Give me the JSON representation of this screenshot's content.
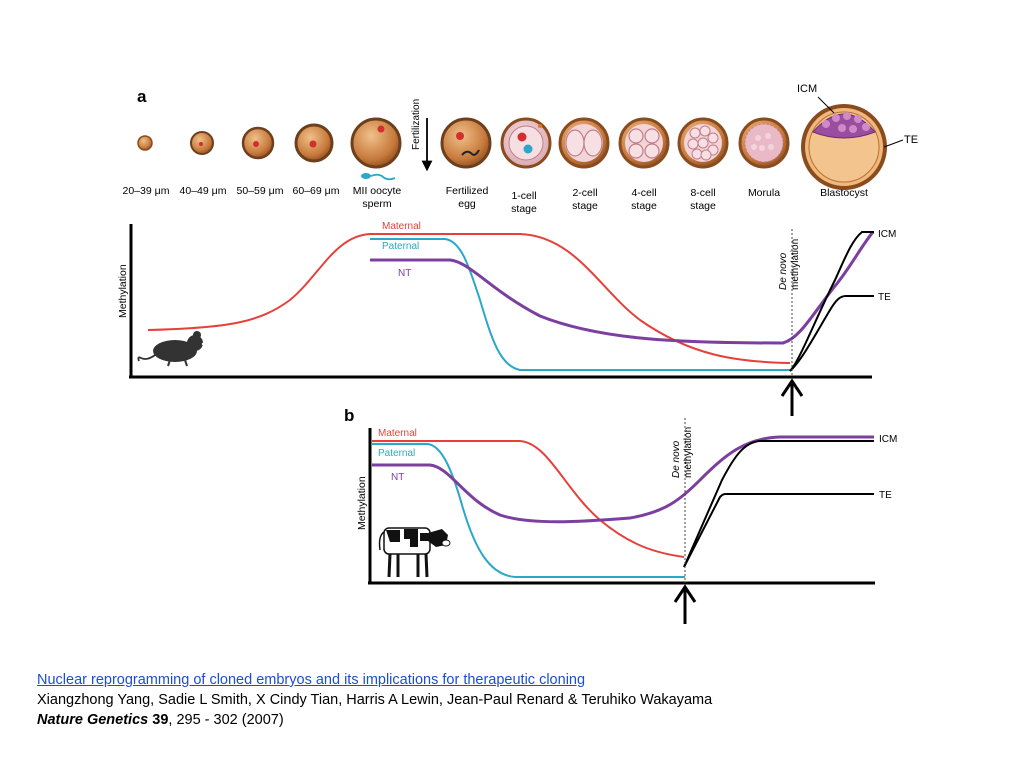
{
  "panel_a": {
    "letter": "a",
    "stages": [
      {
        "key": "s1",
        "label": [
          "20–39 μm"
        ]
      },
      {
        "key": "s2",
        "label": [
          "40–49 μm"
        ]
      },
      {
        "key": "s3",
        "label": [
          "50–59 μm"
        ]
      },
      {
        "key": "s4",
        "label": [
          "60–69 μm"
        ]
      },
      {
        "key": "mii",
        "label": [
          "MII oocyte",
          "sperm"
        ]
      },
      {
        "key": "fert",
        "label": [
          "Fertilized",
          "egg"
        ]
      },
      {
        "key": "c1",
        "label": [
          "1-cell",
          "stage"
        ]
      },
      {
        "key": "c2",
        "label": [
          "2-cell",
          "stage"
        ]
      },
      {
        "key": "c4",
        "label": [
          "4-cell",
          "stage"
        ]
      },
      {
        "key": "c8",
        "label": [
          "8-cell",
          "stage"
        ]
      },
      {
        "key": "mor",
        "label": [
          "Morula"
        ]
      },
      {
        "key": "bla",
        "label": [
          "Blastocyst"
        ]
      }
    ],
    "fertilization_label": "Fertilization",
    "icm_label": "ICM",
    "te_label": "TE",
    "y_axis_label": "Methylation",
    "denovo_label": [
      "De novo",
      "methylation"
    ],
    "series_labels": {
      "maternal": "Maternal",
      "paternal": "Paternal",
      "nt": "NT",
      "icm": "ICM",
      "te": "TE"
    },
    "animal": "mouse-icon"
  },
  "panel_b": {
    "letter": "b",
    "y_axis_label": "Methylation",
    "denovo_label": [
      "De novo",
      "methylation"
    ],
    "series_labels": {
      "maternal": "Maternal",
      "paternal": "Paternal",
      "nt": "NT",
      "icm": "ICM",
      "te": "TE"
    },
    "animal": "cow-icon"
  },
  "colors": {
    "maternal": "#e5413a",
    "paternal": "#2aa8c8",
    "nt": "#7b3fa0",
    "icm_te": "#000000",
    "oocyte_fill": "#c97a3e",
    "oocyte_rim": "#6e3f1c"
  },
  "citation": {
    "title": "Nuclear reprogramming of cloned embryos and its implications for therapeutic cloning",
    "authors": "Xiangzhong Yang, Sadie L Smith, X Cindy Tian, Harris A Lewin, Jean-Paul Renard & Teruhiko Wakayama",
    "journal": "Nature Genetics",
    "volume": "39",
    "pages_year": ", 295 - 302 (2007)"
  }
}
